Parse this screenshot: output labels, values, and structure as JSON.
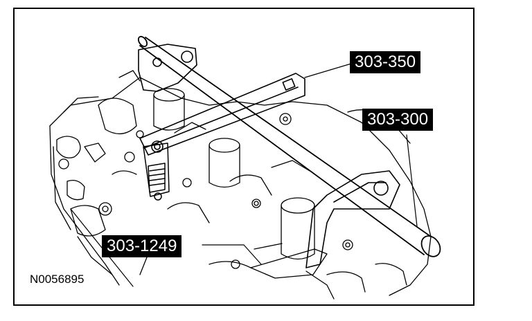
{
  "labels": {
    "tool_303_350": "303-350",
    "tool_303_300": "303-300",
    "tool_303_1249": "303-1249"
  },
  "figure_id": "N0056895",
  "colors": {
    "ink": "#000000",
    "paper": "#ffffff"
  }
}
